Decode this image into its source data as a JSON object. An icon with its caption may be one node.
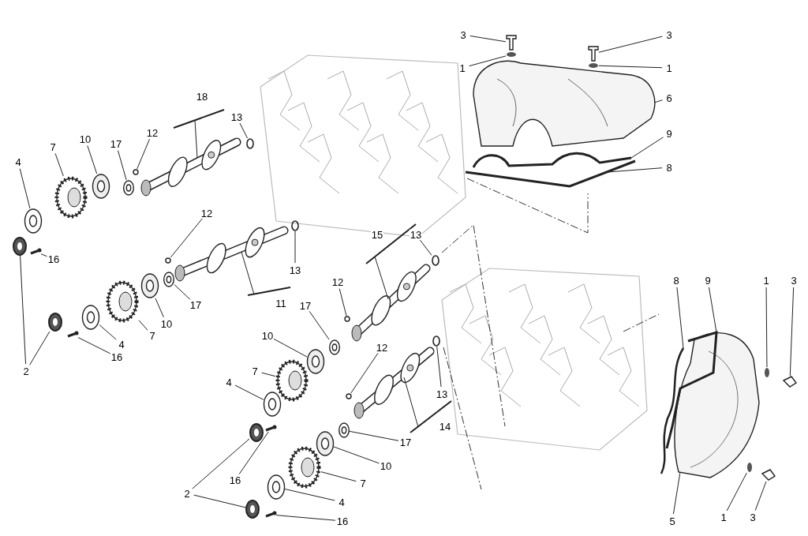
{
  "diagram": {
    "nodes": [
      {
        "text": [
          "3"
        ]
      },
      {
        "text": [
          "3"
        ]
      },
      {
        "text": [
          "1"
        ]
      },
      {
        "text": [
          "1"
        ]
      },
      {
        "text": [
          "6"
        ]
      },
      {
        "text": [
          "13"
        ]
      },
      {
        "text": [
          "9"
        ]
      },
      {
        "text": [
          "12"
        ]
      },
      {
        "text": [
          "10"
        ]
      },
      {
        "text": [
          "17"
        ]
      },
      {
        "text": [
          "7"
        ]
      },
      {
        "text": [
          "18"
        ]
      },
      {
        "text": [
          "8"
        ]
      },
      {
        "text": [
          "4"
        ]
      },
      {
        "text": [
          "12"
        ]
      },
      {
        "text": [
          "15"
        ]
      },
      {
        "text": [
          "13"
        ]
      },
      {
        "text": [
          "16"
        ]
      },
      {
        "text": [
          "13"
        ]
      },
      {
        "text": [
          "8"
        ]
      },
      {
        "text": [
          "9"
        ]
      },
      {
        "text": [
          "1"
        ]
      },
      {
        "text": [
          "3"
        ]
      },
      {
        "text": [
          "12"
        ]
      },
      {
        "text": [
          "11"
        ]
      },
      {
        "text": [
          "17"
        ]
      },
      {
        "text": [
          "17"
        ]
      },
      {
        "text": [
          "10"
        ]
      },
      {
        "text": [
          "7"
        ]
      },
      {
        "text": [
          "10"
        ]
      },
      {
        "text": [
          "4"
        ]
      },
      {
        "text": [
          "12"
        ]
      },
      {
        "text": [
          "16"
        ]
      },
      {
        "text": [
          "2"
        ]
      },
      {
        "text": [
          "7"
        ]
      },
      {
        "text": [
          "4"
        ]
      },
      {
        "text": [
          "13"
        ]
      },
      {
        "text": [
          "14"
        ]
      },
      {
        "text": [
          "17"
        ]
      },
      {
        "text": [
          "10"
        ]
      },
      {
        "text": [
          "16"
        ]
      },
      {
        "text": [
          "7"
        ]
      },
      {
        "text": [
          "2"
        ]
      },
      {
        "text": [
          "4"
        ]
      },
      {
        "text": [
          "5"
        ]
      },
      {
        "text": [
          "1"
        ]
      },
      {
        "text": [
          "3"
        ]
      },
      {
        "text": [
          "16"
        ]
      },
      {
        "text": [],
        "shape": "picture"
      },
      {
        "text": [],
        "shape": "picture"
      },
      {
        "text": [],
        "shape": "picture"
      },
      {
        "text": [],
        "shape": "picture"
      },
      {
        "text": [],
        "shape": "picture"
      },
      {
        "text": [],
        "shape": "picture"
      },
      {
        "text": [],
        "shape": "circle"
      },
      {
        "text": [],
        "shape": "picture"
      },
      {
        "text": [],
        "shape": "circle"
      },
      {
        "text": [],
        "shape": "picture"
      },
      {
        "text": [],
        "shape": "picture"
      },
      {
        "text": [],
        "shape": "picture"
      },
      {
        "text": [],
        "shape": "picture"
      },
      {
        "text": [],
        "shape": "picture"
      },
      {
        "text": [],
        "shape": "picture"
      },
      {
        "text": [],
        "shape": "circle"
      },
      {
        "text": [],
        "shape": "picture"
      },
      {
        "text": [],
        "shape": "circle"
      },
      {
        "text": [],
        "shape": "picture"
      },
      {
        "text": [],
        "shape": "picture"
      },
      {
        "text": [],
        "shape": "picture"
      },
      {
        "text": [],
        "shape": "picture"
      },
      {
        "text": [],
        "shape": "picture"
      },
      {
        "text": [],
        "shape": "picture"
      },
      {
        "text": [],
        "shape": "circle"
      },
      {
        "text": [],
        "shape": "picture"
      },
      {
        "text": [],
        "shape": "circle"
      },
      {
        "text": [],
        "shape": "picture"
      },
      {
        "text": [],
        "shape": "picture"
      },
      {
        "text": [],
        "shape": "picture"
      },
      {
        "text": [],
        "shape": "picture"
      },
      {
        "text": [],
        "shape": "picture"
      },
      {
        "text": [],
        "shape": "picture"
      },
      {
        "text": [],
        "shape": "circle"
      },
      {
        "text": [],
        "shape": "picture"
      },
      {
        "text": [],
        "shape": "circle"
      },
      {
        "text": [],
        "shape": "picture"
      },
      {
        "text": [],
        "shape": "circle"
      },
      {
        "text": [],
        "shape": "picture"
      },
      {
        "text": [],
        "shape": "circle"
      },
      {
        "text": [],
        "shape": "picture"
      },
      {
        "text": [],
        "shape": "picture"
      },
      {
        "text": [],
        "shape": "picture"
      },
      {
        "text": [],
        "shape": "picture"
      },
      {
        "text": [],
        "shape": "picture"
      },
      {
        "text": [],
        "shape": "picture"
      },
      {
        "text": [],
        "shape": "circle"
      },
      {
        "text": [],
        "shape": "picture"
      },
      {
        "text": [],
        "shape": "circle"
      },
      {
        "text": [],
        "shape": "picture"
      }
    ],
    "edges": [
      {
        "from": 0,
        "to": 84,
        "arrow": "none"
      },
      {
        "from": 1,
        "to": 86,
        "arrow": "none"
      },
      {
        "from": 2,
        "to": 85,
        "arrow": "none"
      },
      {
        "from": 3,
        "to": 87,
        "arrow": "none"
      },
      {
        "from": 4,
        "to": 88,
        "arrow": "none"
      },
      {
        "from": 5,
        "to": 56,
        "arrow": "none"
      },
      {
        "from": 6,
        "to": 89,
        "arrow": "none"
      },
      {
        "from": 7,
        "to": 54,
        "arrow": "none"
      },
      {
        "from": 8,
        "to": 52,
        "arrow": "none"
      },
      {
        "from": 9,
        "to": 53,
        "arrow": "none"
      },
      {
        "from": 10,
        "to": 51,
        "arrow": "none"
      },
      {
        "from": 11,
        "to": 55,
        "arrow": "none"
      },
      {
        "from": 12,
        "to": 90,
        "arrow": "none"
      },
      {
        "from": 13,
        "to": 50,
        "arrow": "none"
      },
      {
        "from": 14,
        "to": 63,
        "arrow": "none"
      },
      {
        "from": 15,
        "to": 73,
        "arrow": "none"
      },
      {
        "from": 16,
        "to": 74,
        "arrow": "none"
      },
      {
        "from": 17,
        "to": 49,
        "arrow": "none"
      },
      {
        "from": 18,
        "to": 65,
        "arrow": "none"
      },
      {
        "from": 19,
        "to": 91,
        "arrow": "none"
      },
      {
        "from": 20,
        "to": 92,
        "arrow": "none"
      },
      {
        "from": 21,
        "to": 94,
        "arrow": "none"
      },
      {
        "from": 22,
        "to": 95,
        "arrow": "none"
      },
      {
        "from": 23,
        "to": 72,
        "arrow": "none"
      },
      {
        "from": 24,
        "to": 64,
        "arrow": "none"
      },
      {
        "from": 25,
        "to": 62,
        "arrow": "none"
      },
      {
        "from": 26,
        "to": 71,
        "arrow": "none"
      },
      {
        "from": 27,
        "to": 61,
        "arrow": "none"
      },
      {
        "from": 28,
        "to": 60,
        "arrow": "none"
      },
      {
        "from": 29,
        "to": 70,
        "arrow": "none"
      },
      {
        "from": 30,
        "to": 59,
        "arrow": "none"
      },
      {
        "from": 31,
        "to": 81,
        "arrow": "none"
      },
      {
        "from": 32,
        "to": 58,
        "arrow": "none"
      },
      {
        "from": 33,
        "to": 48,
        "arrow": "none"
      },
      {
        "from": 33,
        "to": 57,
        "arrow": "none"
      },
      {
        "from": 34,
        "to": 69,
        "arrow": "none"
      },
      {
        "from": 35,
        "to": 68,
        "arrow": "none"
      },
      {
        "from": 36,
        "to": 83,
        "arrow": "none"
      },
      {
        "from": 37,
        "to": 82,
        "arrow": "none"
      },
      {
        "from": 38,
        "to": 80,
        "arrow": "none"
      },
      {
        "from": 39,
        "to": 79,
        "arrow": "none"
      },
      {
        "from": 40,
        "to": 67,
        "arrow": "none"
      },
      {
        "from": 41,
        "to": 78,
        "arrow": "none"
      },
      {
        "from": 42,
        "to": 66,
        "arrow": "none"
      },
      {
        "from": 42,
        "to": 75,
        "arrow": "none"
      },
      {
        "from": 43,
        "to": 77,
        "arrow": "none"
      },
      {
        "from": 44,
        "to": 93,
        "arrow": "none"
      },
      {
        "from": 45,
        "to": 96,
        "arrow": "none"
      },
      {
        "from": 46,
        "to": 97,
        "arrow": "none"
      },
      {
        "from": 47,
        "to": 76,
        "arrow": "none"
      }
    ]
  }
}
